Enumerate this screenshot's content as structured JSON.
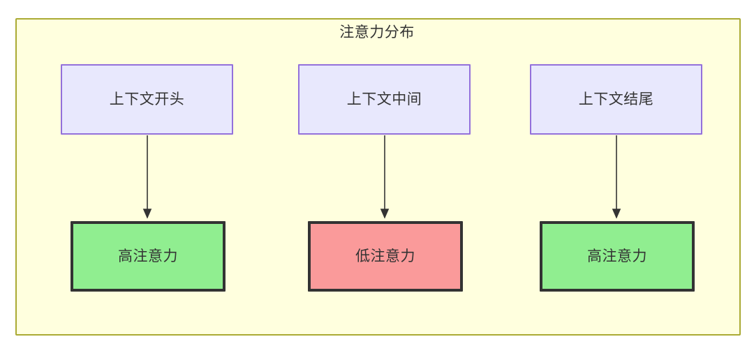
{
  "diagram": {
    "title": "注意力分布",
    "type": "flowchart",
    "container": {
      "fill": "#ffffde",
      "stroke": "#aaaa33"
    },
    "colors": {
      "context_fill": "#e8e8fd",
      "context_stroke": "#9370db",
      "high_attention_fill": "#90ee90",
      "low_attention_fill": "#fa9a9a",
      "node_stroke_dark": "#333333",
      "text": "#333333",
      "edge": "#333333"
    },
    "columns": [
      {
        "id": "column-1",
        "source": {
          "id": "context-start",
          "label": "上下文开头",
          "style": "context"
        },
        "target": {
          "id": "attention-high-start",
          "label": "高注意力",
          "style": "high"
        },
        "edge": {
          "id": "edge-start",
          "type": "arrow",
          "direction": "down"
        }
      },
      {
        "id": "column-2",
        "source": {
          "id": "context-middle",
          "label": "上下文中间",
          "style": "context"
        },
        "target": {
          "id": "attention-low-middle",
          "label": "低注意力",
          "style": "low"
        },
        "edge": {
          "id": "edge-middle",
          "type": "arrow",
          "direction": "down"
        }
      },
      {
        "id": "column-3",
        "source": {
          "id": "context-end",
          "label": "上下文结尾",
          "style": "context"
        },
        "target": {
          "id": "attention-high-end",
          "label": "高注意力",
          "style": "high"
        },
        "edge": {
          "id": "edge-end",
          "type": "arrow",
          "direction": "down"
        }
      }
    ]
  }
}
